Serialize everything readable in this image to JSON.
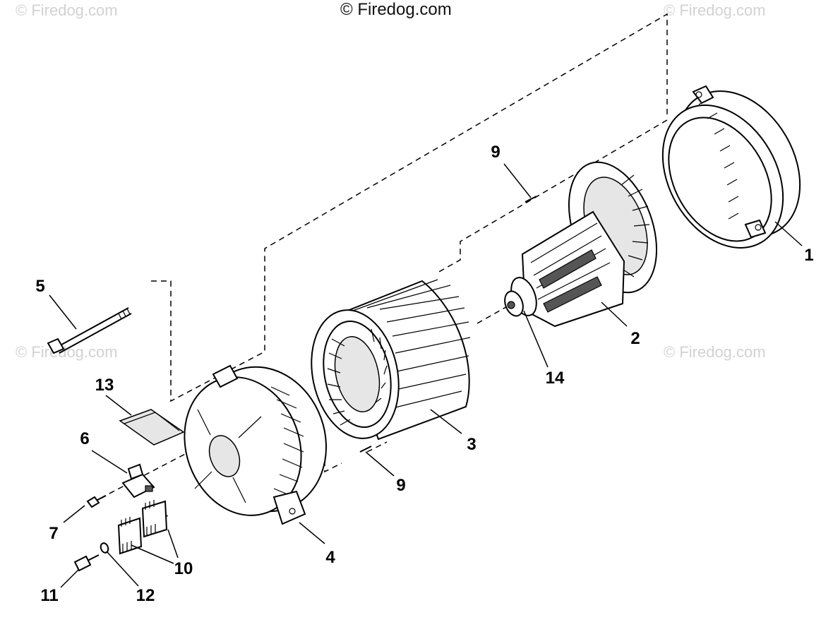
{
  "watermarks": {
    "main": "© Firedog.com",
    "faded": "© Firedog.com"
  },
  "callouts": {
    "p1": "1",
    "p2": "2",
    "p3": "3",
    "p4": "4",
    "p5": "5",
    "p6": "6",
    "p7": "7",
    "p9_top": "9",
    "p9_bottom": "9",
    "p10": "10",
    "p11": "11",
    "p12": "12",
    "p13": "13",
    "p14": "14"
  }
}
